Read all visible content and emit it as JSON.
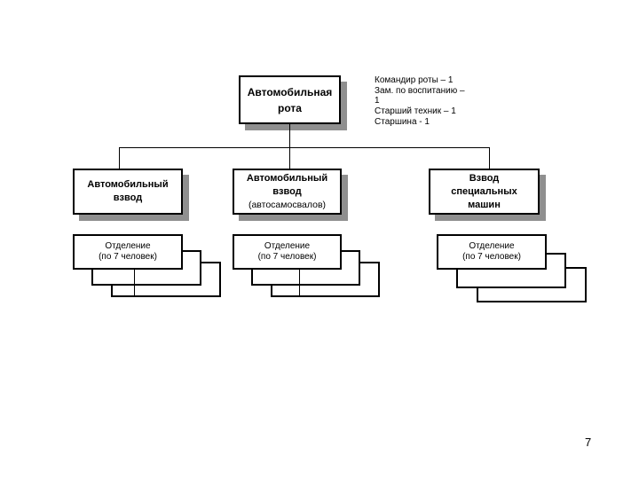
{
  "slide": {
    "background": "#ffffff",
    "page_number": "7"
  },
  "colors": {
    "box_border": "#000000",
    "box_fill": "#ffffff",
    "shadow": "#8f8f8f",
    "connector": "#000000",
    "text": "#000000"
  },
  "chart": {
    "type": "org-diagram",
    "root": {
      "label": "Автомобильная рота",
      "line1": "Автомобильная",
      "line2": "рота"
    },
    "staff_note": {
      "lines": [
        "Командир роты – 1",
        "Зам. по воспитанию –",
        "1",
        "Старший техник – 1",
        "Старшина - 1"
      ]
    },
    "units": [
      {
        "label": "Автомобильный взвод",
        "line1": "Автомобильный",
        "line2": "взвод"
      },
      {
        "label": "Автомобильный взвод (автосамосвалов)",
        "line1": "Автомобильный",
        "line2": "взвод",
        "line3": "(автосамосвалов)"
      },
      {
        "label": "Взвод специальных машин",
        "line1": "Взвод",
        "line2": "специальных",
        "line3": "машин"
      }
    ],
    "squad": {
      "label": "Отделение (по 7 человек)",
      "line1": "Отделение",
      "line2": "(по 7 человек)"
    },
    "squad_stacks_per_unit": 3
  }
}
